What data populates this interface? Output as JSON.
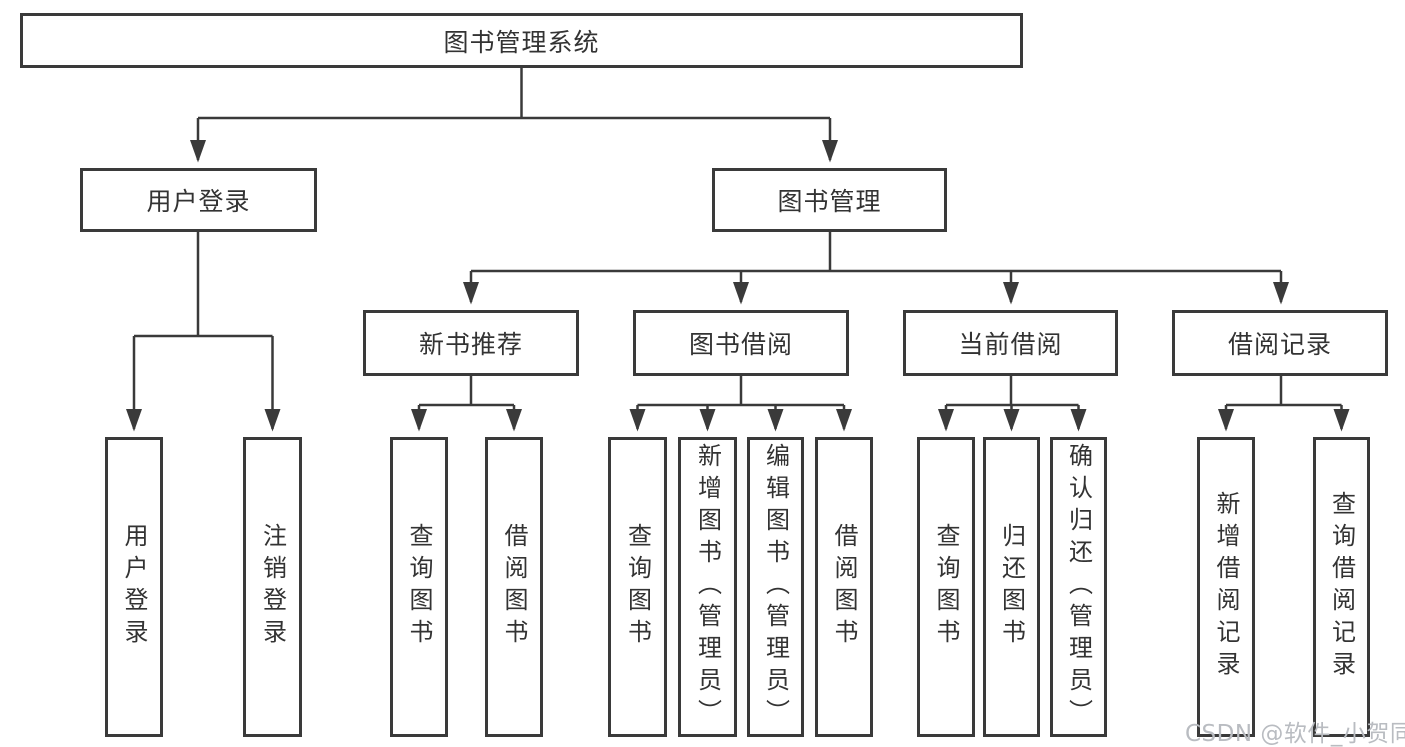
{
  "colors": {
    "line": "#3a3a3a",
    "box_border": "#3a3a3a",
    "text": "#333333",
    "background": "#ffffff",
    "watermark": "#b9bcc1"
  },
  "watermark": {
    "text": "CSDN @软件_小贺同学"
  },
  "tree": {
    "root": "图书管理系统",
    "children": [
      {
        "label": "用户登录",
        "children": [
          {
            "label": "用户登录"
          },
          {
            "label": "注销登录"
          }
        ]
      },
      {
        "label": "图书管理",
        "children": [
          {
            "label": "新书推荐",
            "children": [
              {
                "label": "查询图书"
              },
              {
                "label": "借阅图书"
              }
            ]
          },
          {
            "label": "图书借阅",
            "children": [
              {
                "label": "查询图书"
              },
              {
                "label": "新增图书（管理员）"
              },
              {
                "label": "编辑图书（管理员）"
              },
              {
                "label": "借阅图书"
              }
            ]
          },
          {
            "label": "当前借阅",
            "children": [
              {
                "label": "查询图书"
              },
              {
                "label": "归还图书"
              },
              {
                "label": "确认归还（管理员）"
              }
            ]
          },
          {
            "label": "借阅记录",
            "children": [
              {
                "label": "新增借阅记录"
              },
              {
                "label": "查询借阅记录"
              }
            ]
          }
        ]
      }
    ]
  }
}
